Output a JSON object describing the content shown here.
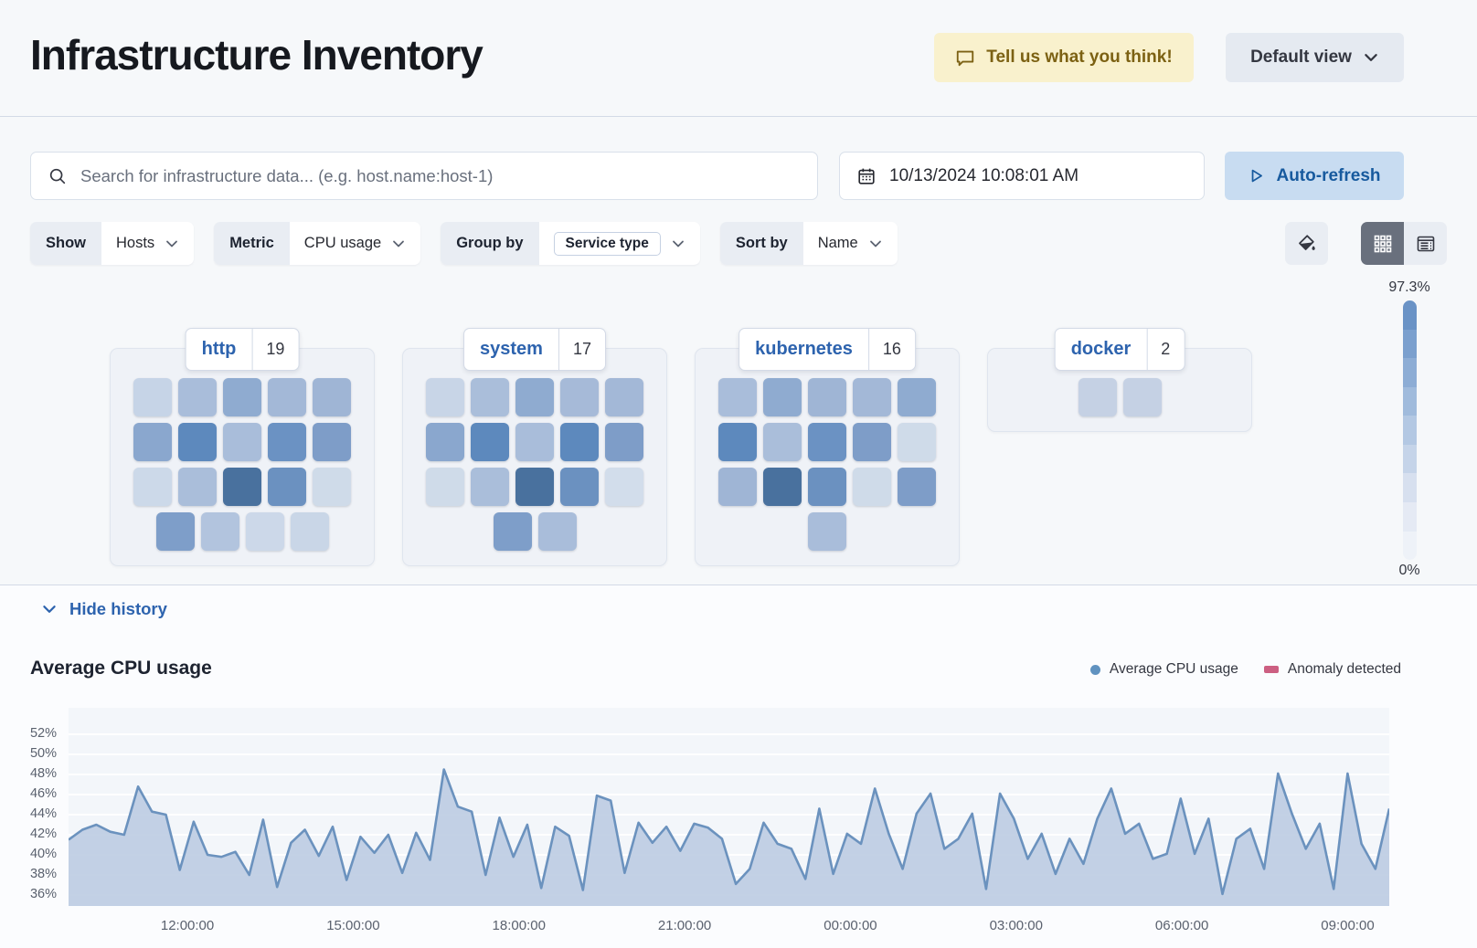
{
  "header": {
    "title": "Infrastructure Inventory",
    "feedback_button": "Tell us what you think!",
    "view_dropdown": "Default view"
  },
  "toolbar": {
    "search_placeholder": "Search for infrastructure data... (e.g. host.name:host-1)",
    "date_value": "10/13/2024 10:08:01 AM",
    "auto_refresh_label": "Auto-refresh"
  },
  "filters": {
    "show": {
      "label": "Show",
      "value": "Hosts"
    },
    "metric": {
      "label": "Metric",
      "value": "CPU usage"
    },
    "group_by": {
      "label": "Group by",
      "value": "Service type"
    },
    "sort_by": {
      "label": "Sort by",
      "value": "Name"
    }
  },
  "legend_scale": {
    "max": "97.3%",
    "min": "0%",
    "steps": [
      "#6a93c6",
      "#7ba0ce",
      "#8dadd5",
      "#a0bbdc",
      "#b3c8e3",
      "#c5d4e9",
      "#d7e0ef",
      "#e5eaf4",
      "#eef2f8"
    ]
  },
  "waffle": {
    "groups": [
      {
        "name": "http",
        "count": "19",
        "rows": [
          [
            "#c6d4e7",
            "#a9bdda",
            "#8fabd0",
            "#a3b8d7",
            "#9fb5d5"
          ],
          [
            "#8aa7ce",
            "#5d89bd",
            "#a9bdda",
            "#6b92c3",
            "#7e9dc8"
          ],
          [
            "#ccd9e9",
            "#aabeda",
            "#49719e",
            "#6b91c0",
            "#cfdbe9"
          ],
          [
            "#7e9ec9",
            "#b2c4de",
            "#ccd8e9",
            "#c9d6e7"
          ]
        ]
      },
      {
        "name": "system",
        "count": "17",
        "rows": [
          [
            "#c8d5e7",
            "#aabeda",
            "#8fabd0",
            "#a6bad8",
            "#a3b8d7"
          ],
          [
            "#8aa7ce",
            "#5d89bd",
            "#a9bdda",
            "#5d89bd",
            "#7e9dc8"
          ],
          [
            "#cfdbe9",
            "#aabeda",
            "#49719e",
            "#6b91c0",
            "#d2ddeb"
          ],
          [
            "#7e9ec9",
            "#a9bdda"
          ]
        ]
      },
      {
        "name": "kubernetes",
        "count": "16",
        "rows": [
          [
            "#a9bdda",
            "#8fabd0",
            "#9fb5d5",
            "#a3b8d7",
            "#8fabd0"
          ],
          [
            "#5d89bd",
            "#aabeda",
            "#6b92c3",
            "#7e9dc8",
            "#cfdbe9"
          ],
          [
            "#9fb5d5",
            "#49719e",
            "#6b91c0",
            "#cfdbe9",
            "#7e9dc8"
          ],
          [
            "#a9bdda"
          ]
        ]
      },
      {
        "name": "docker",
        "count": "2",
        "rows": [
          [
            "#c5d1e4",
            "#c5d1e4"
          ]
        ]
      }
    ]
  },
  "history": {
    "toggle_label": "Hide history"
  },
  "chart": {
    "title": "Average CPU usage",
    "legend": [
      {
        "label": "Average CPU usage",
        "color": "#6092c0",
        "shape": "dot"
      },
      {
        "label": "Anomaly detected",
        "color": "#cc5f82",
        "shape": "bar"
      }
    ]
  },
  "chart_data": {
    "type": "area",
    "title": "Average CPU usage",
    "unit": "%",
    "line_color": "#6b92be",
    "fill_color": "#b9c9e0",
    "grid": true,
    "y_ticks": [
      52,
      50,
      48,
      46,
      44,
      42,
      40,
      38,
      36
    ],
    "y_tick_labels": [
      "52%",
      "50%",
      "48%",
      "46%",
      "44%",
      "42%",
      "40%",
      "38%",
      "36%"
    ],
    "ylim": [
      36,
      52
    ],
    "x_tick_labels": [
      "12:00:00",
      "15:00:00",
      "18:00:00",
      "21:00:00",
      "00:00:00",
      "03:00:00",
      "06:00:00",
      "09:00:00"
    ],
    "x_tick_fractions": [
      0.09,
      0.2155,
      0.341,
      0.4665,
      0.592,
      0.7175,
      0.843,
      0.9685
    ],
    "series": [
      {
        "name": "Average CPU usage",
        "values": [
          41.5,
          42.5,
          43,
          42.3,
          42,
          46.8,
          44.3,
          44,
          38.5,
          43.3,
          40,
          39.8,
          40.3,
          38,
          43.5,
          36.8,
          41.2,
          42.5,
          39.9,
          42.8,
          37.5,
          41.8,
          40.2,
          42,
          38.2,
          42.2,
          39.5,
          48.5,
          44.8,
          44.3,
          38,
          43.7,
          39.8,
          43,
          36.7,
          42.8,
          41.9,
          36.5,
          45.9,
          45.4,
          38.2,
          43.2,
          41.2,
          42.8,
          40.4,
          43.1,
          42.7,
          41.6,
          37.1,
          38.6,
          43.2,
          41.1,
          40.6,
          37.6,
          44.6,
          38.1,
          42.1,
          41.1,
          46.6,
          42.1,
          38.6,
          44.1,
          46.1,
          40.6,
          41.6,
          44.1,
          36.6,
          46.1,
          43.6,
          39.6,
          42.1,
          38.1,
          41.6,
          39.1,
          43.6,
          46.6,
          42.1,
          43.1,
          39.6,
          40.1,
          45.6,
          40.1,
          43.6,
          36.1,
          41.6,
          42.6,
          38.6,
          48.1,
          44.1,
          40.6,
          43.1,
          36.6,
          48.1,
          41.1,
          38.6,
          44.6
        ]
      }
    ],
    "anomalies": []
  }
}
